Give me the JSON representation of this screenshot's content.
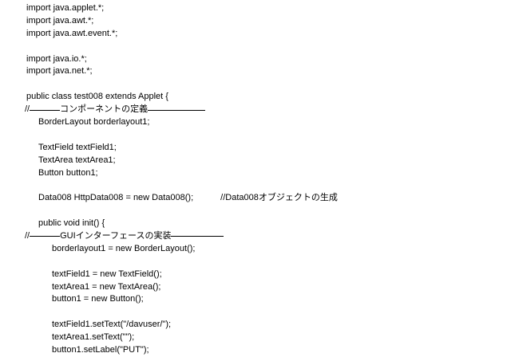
{
  "lines": [
    {
      "type": "code",
      "indent": 0,
      "text": "import java.applet.*;"
    },
    {
      "type": "code",
      "indent": 0,
      "text": "import java.awt.*;"
    },
    {
      "type": "code",
      "indent": 0,
      "text": "import java.awt.event.*;"
    },
    {
      "type": "blank"
    },
    {
      "type": "code",
      "indent": 0,
      "text": "import java.io.*;"
    },
    {
      "type": "code",
      "indent": 0,
      "text": "import java.net.*;"
    },
    {
      "type": "blank"
    },
    {
      "type": "code",
      "indent": 0,
      "text": "public class test008 extends Applet {"
    },
    {
      "type": "comment",
      "text": "コンポーネントの定義"
    },
    {
      "type": "code",
      "indent": 1,
      "text": "BorderLayout borderlayout1;"
    },
    {
      "type": "blank"
    },
    {
      "type": "code",
      "indent": 1,
      "text": "TextField textField1;"
    },
    {
      "type": "code",
      "indent": 1,
      "text": "TextArea textArea1;"
    },
    {
      "type": "code",
      "indent": 1,
      "text": "Button button1;"
    },
    {
      "type": "blank"
    },
    {
      "type": "code_comment",
      "indent": 1,
      "text": "Data008 HttpData008 = new Data008();",
      "comment": "//Data008オブジェクトの生成"
    },
    {
      "type": "blank"
    },
    {
      "type": "code",
      "indent": 1,
      "text": "public void init() {"
    },
    {
      "type": "comment2",
      "text": "GUIインターフェースの実装"
    },
    {
      "type": "code",
      "indent": 2,
      "text": "borderlayout1 = new BorderLayout();"
    },
    {
      "type": "blank"
    },
    {
      "type": "code",
      "indent": 2,
      "text": "textField1 = new TextField();"
    },
    {
      "type": "code",
      "indent": 2,
      "text": "textArea1 = new TextArea();"
    },
    {
      "type": "code",
      "indent": 2,
      "text": "button1 = new Button();"
    },
    {
      "type": "blank"
    },
    {
      "type": "code",
      "indent": 2,
      "text": "textField1.setText(\"/davuser/\");"
    },
    {
      "type": "code",
      "indent": 2,
      "text": "textArea1.setText(\"\");"
    },
    {
      "type": "code",
      "indent": 2,
      "text": "button1.setLabel(\"PUT\");"
    }
  ],
  "comment_prefix": "//"
}
